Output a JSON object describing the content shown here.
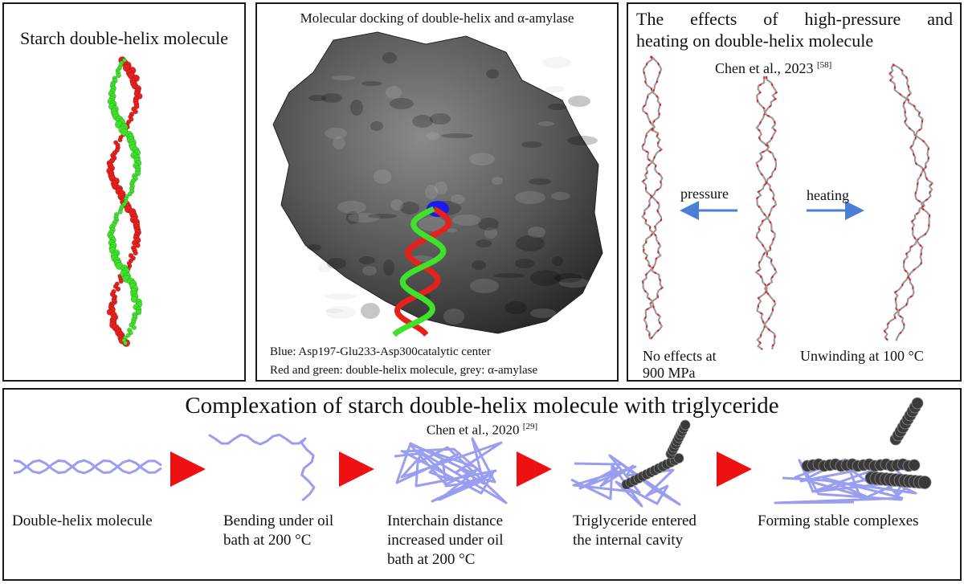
{
  "panel1": {
    "title": "Starch double-helix molecule"
  },
  "panel2": {
    "title": "Molecular docking of double-helix and α-amylase",
    "caption_blue": "Blue: Asp197-Glu233-Asp300catalytic center",
    "caption_colors": "Red and green: double-helix molecule, grey: α-amylase"
  },
  "panel3": {
    "title_line1": "The effects of high-pressure and",
    "title_line2": "heating on double-helix molecule",
    "citation": "Chen et al., 2023",
    "citation_ref": "[58]",
    "pressure_label": "pressure",
    "heating_label": "heating",
    "left_caption_line1": "No effects at",
    "left_caption_line2": "900 MPa",
    "right_caption": "Unwinding at 100 °C"
  },
  "panel4": {
    "title": "Complexation of starch double-helix molecule with triglyceride",
    "citation": "Chen et al., 2020",
    "citation_ref": "[29]",
    "steps": [
      {
        "line1": "Double-helix molecule",
        "line2": "",
        "line3": ""
      },
      {
        "line1": "Bending under oil",
        "line2": "bath at 200 °C",
        "line3": ""
      },
      {
        "line1": "Interchain distance",
        "line2": "increased under oil",
        "line3": "bath at 200 °C"
      },
      {
        "line1": "Triglyceride entered",
        "line2": "the internal cavity",
        "line3": ""
      },
      {
        "line1": "Forming stable complexes",
        "line2": "",
        "line3": ""
      }
    ]
  },
  "colors": {
    "helix_red": "#e8201c",
    "helix_green": "#3fe22a",
    "protein_grey": "#4e4e4e",
    "catalytic_blue": "#1a1aee",
    "arrow_blue": "#4a7fd4",
    "step_arrow_red": "#ee1111",
    "chain_lavender": "#9a9ef0",
    "triglyceride_grey": "#3a3a3a"
  }
}
